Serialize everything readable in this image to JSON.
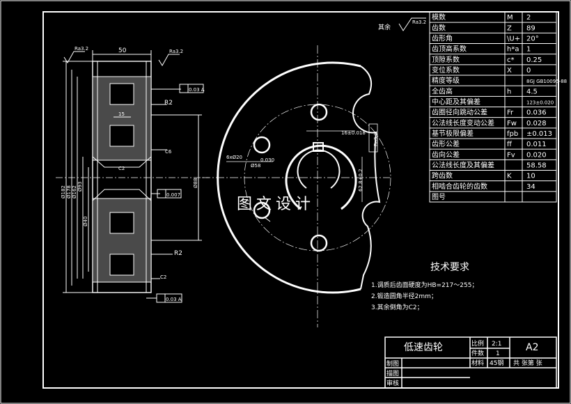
{
  "params_table": [
    {
      "name": "模数",
      "symbol": "M",
      "value": "2"
    },
    {
      "name": "齿数",
      "symbol": "Z",
      "value": "89"
    },
    {
      "name": "齿形角",
      "symbol": "\\U+",
      "value": "20°"
    },
    {
      "name": "齿顶高系数",
      "symbol": "h*a",
      "value": "1"
    },
    {
      "name": "顶隙系数",
      "symbol": "c*",
      "value": "0.25"
    },
    {
      "name": "变位系数",
      "symbol": "X",
      "value": "0"
    },
    {
      "name": "精度等级",
      "symbol": "",
      "value": "8GJ GB10095-88"
    },
    {
      "name": "全齿高",
      "symbol": "h",
      "value": "4.5"
    },
    {
      "name": "中心距及其偏差",
      "symbol": "",
      "value": "123±0.020"
    },
    {
      "name": "齿圈径向跳动公差",
      "symbol": "Fr",
      "value": "0.036"
    },
    {
      "name": "公法线长度变动公差",
      "symbol": "Fw",
      "value": "0.028"
    },
    {
      "name": "基节极限偏差",
      "symbol": "fpb",
      "value": "±0.013"
    },
    {
      "name": "齿形公差",
      "symbol": "ff",
      "value": "0.011"
    },
    {
      "name": "齿向公差",
      "symbol": "Fv",
      "value": "0.020"
    },
    {
      "name": "公法线长度及其偏差",
      "symbol": "",
      "value": "58.58"
    },
    {
      "name": "跨齿数",
      "symbol": "K",
      "value": "10"
    },
    {
      "name": "相啮合齿轮的齿数",
      "symbol": "",
      "value": "34"
    },
    {
      "name": "图号",
      "symbol": "",
      "value": ""
    }
  ],
  "surface_note": {
    "prefix": "其余",
    "value": "Ra3.2"
  },
  "watermark": "图文设计",
  "tech_requirements": {
    "title": "技术要求",
    "items": [
      "1.调质后齿面硬度为HB=217～255；",
      "2.锻造圆角半径2mm；",
      "3.其余倒角为C2；"
    ]
  },
  "title_block": {
    "part_name": "低速齿轮",
    "scale_label": "比例",
    "scale_value": "2:1",
    "qty_label": "件数",
    "qty_value": "1",
    "material_label": "材料",
    "material_value": "45钢",
    "sheet_size": "A2",
    "sheets": "共 张第 张",
    "rows": [
      "制图",
      "描图",
      "审核"
    ]
  },
  "section_view": {
    "width_dim": "50",
    "hub_dim": "15",
    "chamfer_r_top": "R2",
    "chamfer_r_bottom": "R2",
    "chamfer_c6": "C6",
    "chamfer_c2_mid": "C2",
    "chamfer_c2_bottom": "C2",
    "runout_top": "0.03 A",
    "runout_mid": "0.007",
    "runout_bottom": "0.03 A",
    "datum_a": "A",
    "diameters": [
      "Ø182",
      "Ø178",
      "Ø162",
      "Ø93",
      "Ø40"
    ],
    "bore_dim": "Ø88",
    "roughness_left": "Ra3.2",
    "roughness_top": "Ra3.2"
  },
  "front_view": {
    "keyway_width": "16±0.018",
    "keyway_depth": "62.8+0.2",
    "hole_note": "6xØ20",
    "pcd": "Ø58",
    "roughness": "Ra3.2",
    "datum": "0.030"
  }
}
